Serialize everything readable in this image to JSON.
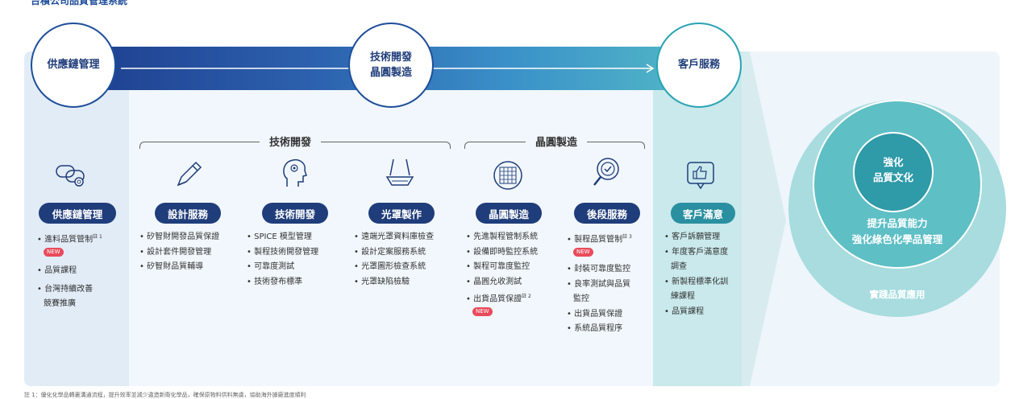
{
  "page_title": "台積公司品質管理系統",
  "flow": {
    "supply_chain": "供應鏈管理",
    "tech_fab": "技術開發\n晶圓製造",
    "customer_service": "客戶服務"
  },
  "groups": {
    "tech_dev": "技術開發",
    "wafer_fab": "晶圓製造"
  },
  "columns": [
    {
      "title": "供應鏈管理",
      "icon": "supply-chain-gear-icon",
      "items": [
        "進料品質管制",
        "品質課程",
        "台灣持續改善",
        "競賽推廣"
      ],
      "note": "註 1"
    },
    {
      "title": "設計服務",
      "icon": "pencil-icon",
      "items": [
        "矽智財開發品質保證",
        "設計套件開發管理",
        "矽智財品質輔導"
      ]
    },
    {
      "title": "技術開發",
      "icon": "head-idea-icon",
      "items": [
        "SPICE 模型管理",
        "製程技術開發管理",
        "可靠度測試",
        "技術發布標準"
      ]
    },
    {
      "title": "光罩製作",
      "icon": "photomask-icon",
      "items": [
        "遠端光罩資料庫檢查",
        "設計定案服務系統",
        "光罩圖形檢查系統",
        "光罩缺陷檢驗"
      ]
    },
    {
      "title": "晶圓製造",
      "icon": "wafer-icon",
      "items": [
        "先進製程管制系統",
        "設備即時監控系統",
        "製程可靠度監控",
        "晶圓允收測試",
        "出貨品質保證"
      ],
      "note": "註 2"
    },
    {
      "title": "後段服務",
      "icon": "magnifier-check-icon",
      "items": [
        "製程品質管制",
        "封裝可靠度監控",
        "良率測試與品質",
        "監控",
        "出貨品質保證",
        "系統品質程序"
      ],
      "note": "註 3"
    },
    {
      "title": "客戶滿意",
      "icon": "thumbs-up-icon",
      "items": [
        "客戶訴願管理",
        "年度客戶滿意度",
        "調查",
        "新製程標準化訓",
        "練課程",
        "品質課程"
      ]
    }
  ],
  "new_badge": "NEW",
  "bullet": "•",
  "circles": {
    "inner": "強化\n品質文化",
    "middle": "提升品質能力\n強化綠色化學品管理",
    "outer": "實踐品質應用"
  },
  "footnote": "註 1：優化化學品轉裏溝通流程，提升效率並減少違造新衛化學品，確保原物料供料無虞，協助海外據廠進度順利",
  "colors": {
    "navy": "#1f3d7a",
    "teal": "#2a8fa0",
    "new_red": "#e94b5b"
  }
}
